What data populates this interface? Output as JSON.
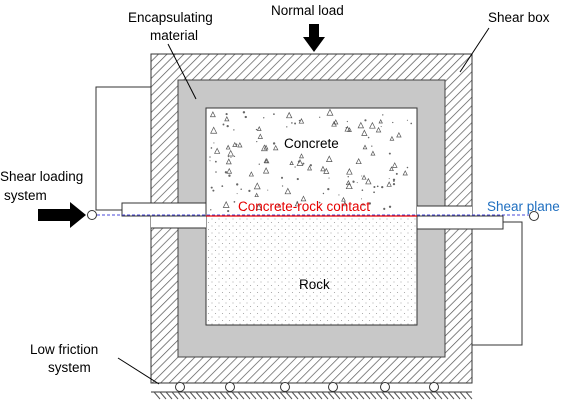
{
  "labels": {
    "normal_load": "Normal load",
    "encapsulating_1": "Encapsulating",
    "encapsulating_2": "material",
    "shear_box": "Shear box",
    "shear_loading_1": "Shear loading",
    "shear_loading_2": "system",
    "concrete": "Concrete",
    "contact": "Concrete-rock contact",
    "shear_plane": "Shear plane",
    "rock": "Rock",
    "low_friction_1": "Low friction",
    "low_friction_2": "system"
  },
  "colors": {
    "contact_line": "#e60000",
    "shear_plane_line": "#4a4ad8",
    "shear_plane_text": "#1f6fc0",
    "encapsulating_fill": "#c8c8c8",
    "hatch_stroke": "#555555"
  },
  "icons": {
    "normal_load_arrow": "arrow-down-icon",
    "shear_load_arrow": "arrow-right-icon",
    "rollers": "roller-icon"
  }
}
